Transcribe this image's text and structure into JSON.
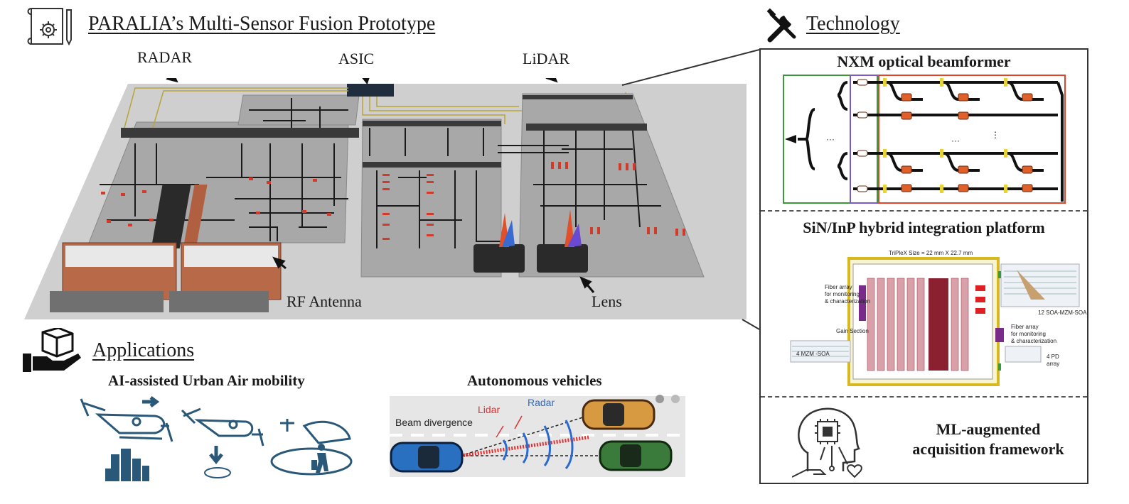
{
  "prototype": {
    "title": "PARALIA’s Multi-Sensor Fusion Prototype",
    "labels": {
      "radar": "RADAR",
      "asic": "ASIC",
      "lidar": "LiDAR",
      "rf_antenna": "RF Antenna",
      "lens": "Lens"
    }
  },
  "technology": {
    "title": "Technology",
    "panels": {
      "beamformer": "NXM optical beamformer",
      "platform": "SiN/InP hybrid integration platform",
      "ml_line1": "ML-augmented",
      "ml_line2": "acquisition framework"
    },
    "chip": {
      "size_label": "TriPleX Size = 22 mm X 22.7 mm",
      "fiber_array_1": "Fiber array",
      "fiber_array_1b": "for monitoring",
      "fiber_array_1c": "& characterization",
      "gain_section": "Gain Section",
      "mzm_soa_4": "4 MZM -SOA",
      "soa_mzm_soa_12": "12 SOA-MZM-SOA",
      "fiber_array_2": "Fiber array",
      "fiber_array_2b": "for monitoring",
      "fiber_array_2c": "& characterization",
      "pd_array": "4 PD",
      "pd_array_b": "array"
    }
  },
  "applications": {
    "title": "Applications",
    "urban_air": "AI-assisted Urban Air mobility",
    "autonomous": "Autonomous vehicles",
    "scene": {
      "beam_divergence": "Beam divergence",
      "lidar": "Lidar",
      "radar": "Radar"
    }
  },
  "colors": {
    "board": "#c7c7c7",
    "chip": "#9a9a9a",
    "bus": "#3a3a3a",
    "gold": "#b8a43a",
    "asic": "#1f2d3d",
    "icon_blue": "#2a5878",
    "green_box": "#3a9a3a",
    "purple_box": "#7a5ac8",
    "red_box": "#e0452a",
    "lidar_red": "#e03030",
    "radar_blue": "#2a6ad0"
  }
}
